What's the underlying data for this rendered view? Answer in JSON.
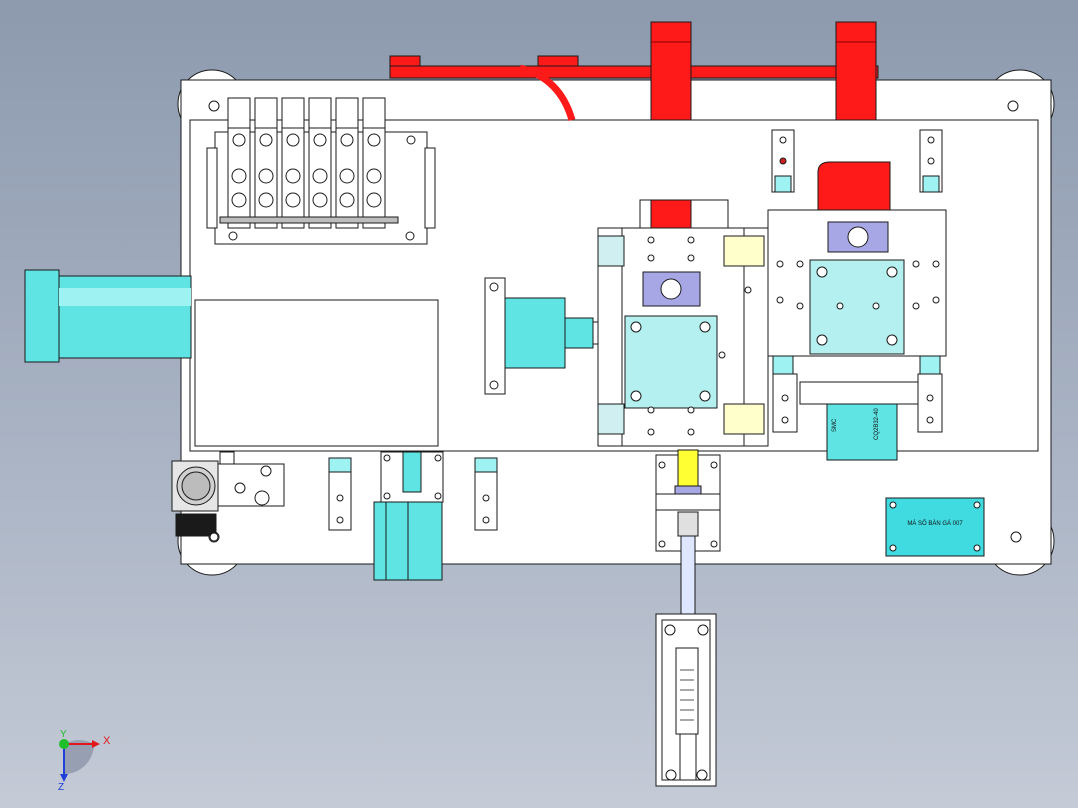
{
  "viewport": {
    "background_top": "#8d9aae",
    "background_bottom": "#c4cad6"
  },
  "colors": {
    "plate": "#ffffff",
    "outline": "#1a1a1a",
    "cylinder": "#5fe3e3",
    "cylinder_dark": "#2fb8c0",
    "clamp_red": "#ff1a1a",
    "lavender": "#a7a7e6",
    "yellow": "#ffff33",
    "nameplate": "#3fdbe0"
  },
  "nameplate": {
    "text": "MÁ SỐ BÀN GÁ 007"
  },
  "cylinder_label_1": "SMC",
  "cylinder_label_2": "CQ2B32-40",
  "triad": {
    "x_label": "X",
    "y_label": "Y",
    "z_label": "Z",
    "x_color": "#e0171b",
    "y_color": "#1fbf2a",
    "z_color": "#1f3fd8"
  }
}
